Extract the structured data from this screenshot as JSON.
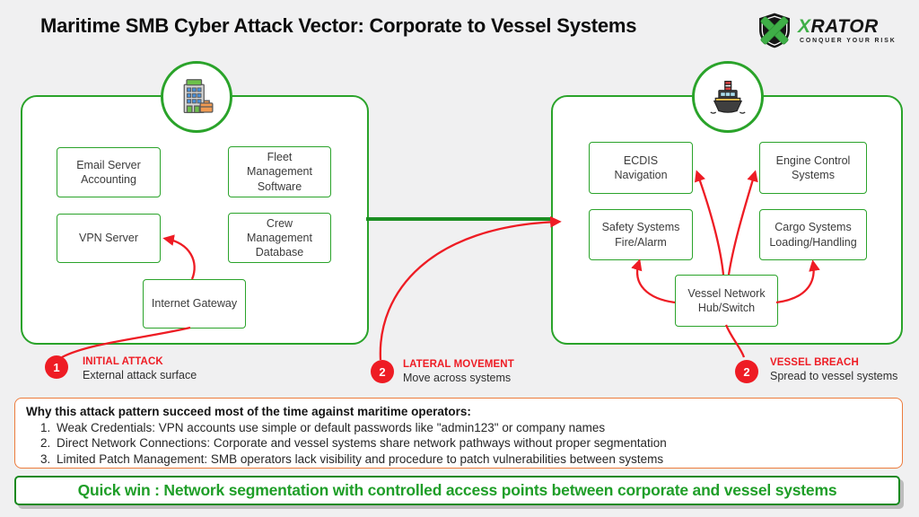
{
  "title": "Maritime SMB Cyber Attack Vector: Corporate to Vessel Systems",
  "logo": {
    "brand_x": "X",
    "brand_rest": "RATOR",
    "tagline": "CONQUER YOUR RISK"
  },
  "colors": {
    "accent_green": "#2aa32a",
    "connector_green": "#1b8e22",
    "attack_red": "#ee1c24",
    "warning_orange": "#ec7b3c",
    "quickwin_green": "#1f9e28"
  },
  "corporate": {
    "nodes": {
      "email": "Email Server\nAccounting",
      "fleet": "Fleet\nManagement\nSoftware",
      "vpn": "VPN Server",
      "crew": "Crew\nManagement\nDatabase",
      "gateway": "Internet Gateway"
    }
  },
  "vessel": {
    "nodes": {
      "ecdis": "ECDIS\nNavigation",
      "engine": "Engine Control\nSystems",
      "safety": "Safety Systems\nFire/Alarm",
      "cargo": "Cargo Systems\nLoading/Handling",
      "hub": "Vessel Network\nHub/Switch"
    }
  },
  "steps": [
    {
      "num": "1",
      "label": "INITIAL ATTACK",
      "desc": "External attack surface"
    },
    {
      "num": "2",
      "label": "LATERAL MOVEMENT",
      "desc": "Move across systems"
    },
    {
      "num": "2",
      "label": "VESSEL BREACH",
      "desc": "Spread to vessel systems"
    }
  ],
  "why": {
    "heading": "Why this attack pattern succeed most of the time against maritime operators:",
    "items": [
      "Weak Credentials: VPN accounts use simple or default passwords like \"admin123\" or company names",
      "Direct Network Connections: Corporate and vessel systems share network pathways without proper segmentation",
      "Limited Patch Management: SMB operators lack visibility and procedure to patch vulnerabilities between systems"
    ]
  },
  "quick_win": "Quick win : Network segmentation with controlled access points between corporate and vessel systems"
}
